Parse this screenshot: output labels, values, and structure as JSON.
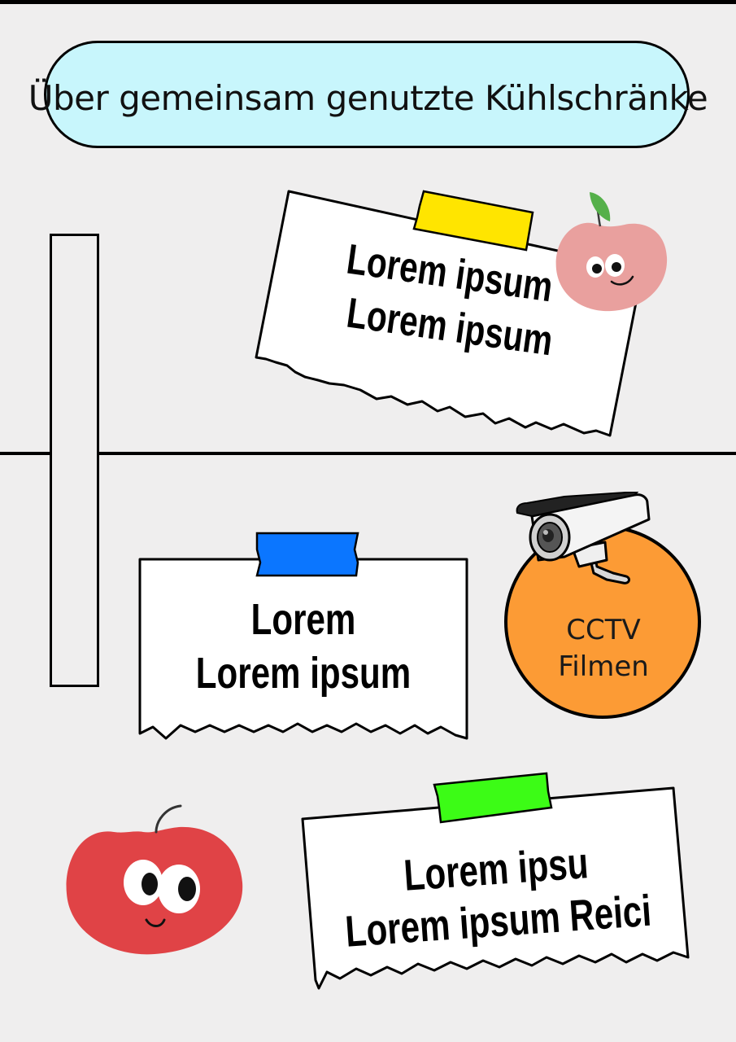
{
  "title": "Über gemeinsam genutzte Kühlschränke",
  "notes": [
    {
      "line1": "Lorem ipsum",
      "line2": "Lorem ipsum",
      "tape_color": "#ffe500"
    },
    {
      "line1": "Lorem",
      "line2": "Lorem ipsum",
      "tape_color": "#0b76ff"
    },
    {
      "line1": "Lorem ipsu",
      "line2": "Lorem ipsum Reici",
      "tape_color": "#3cfc16"
    }
  ],
  "cctv": {
    "line1": "CCTV",
    "line2": "Filmen",
    "color": "#fc9b35"
  },
  "icons": [
    "pink-apple-icon",
    "security-camera-icon",
    "red-apple-icon"
  ],
  "colors": {
    "background": "#efeeee",
    "title_pill": "#c8f6fc",
    "pink_apple": "#e9a09e",
    "red_apple": "#e04346"
  }
}
